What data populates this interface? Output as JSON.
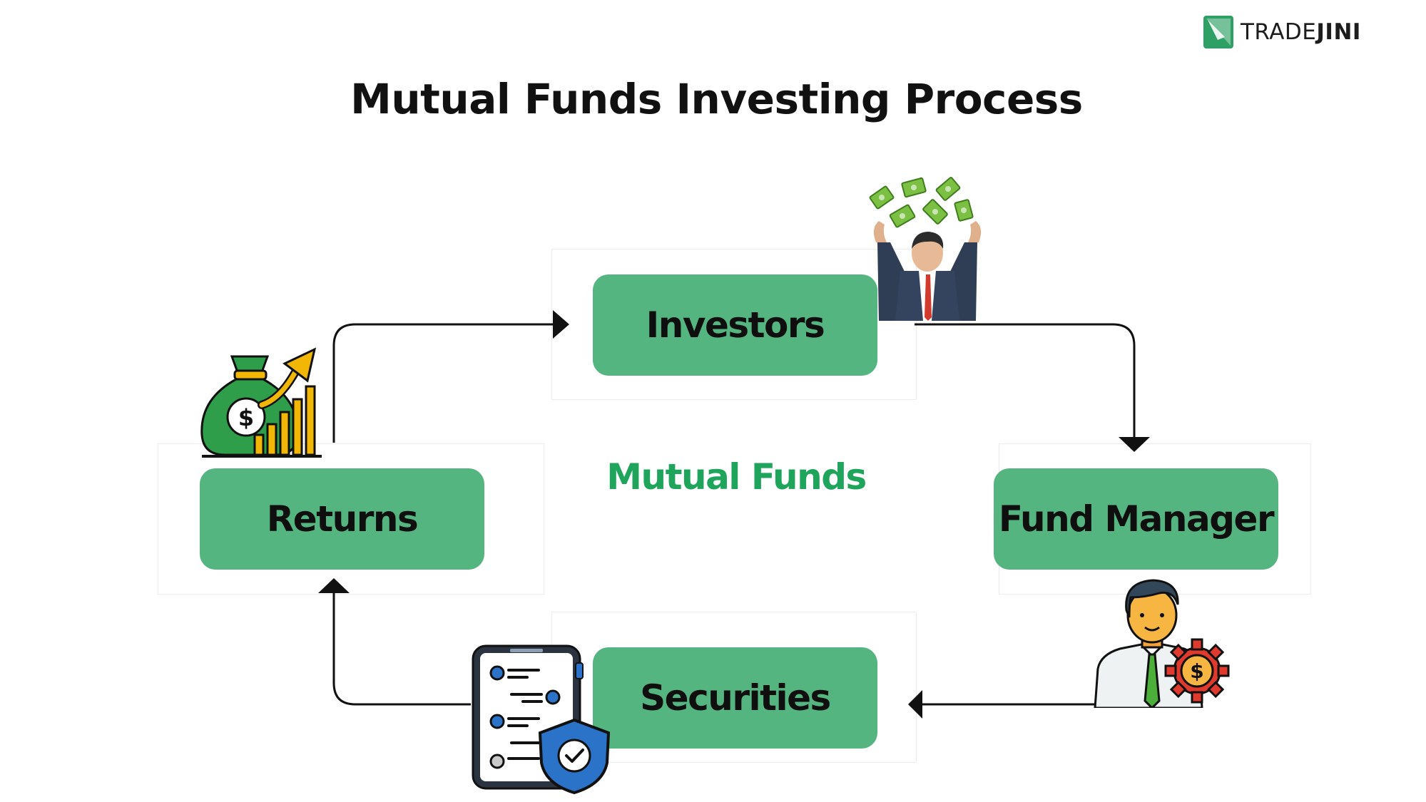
{
  "title": "Mutual Funds Investing Process",
  "logo": {
    "text_light": "TRADE",
    "text_bold": "JINI",
    "icon": "tradejini-logo-icon"
  },
  "center_label": "Mutual Funds",
  "nodes": {
    "investors": "Investors",
    "fund_manager": "Fund Manager",
    "securities": "Securities",
    "returns": "Returns"
  },
  "icons": {
    "investors": "businessman-throwing-money-icon",
    "fund_manager": "fund-manager-with-gear-icon",
    "securities": "secured-document-tablet-icon",
    "returns": "money-bag-growth-chart-icon"
  },
  "flow": [
    "Investors → Fund Manager",
    "Fund Manager → Securities",
    "Securities → Returns",
    "Returns → Investors"
  ],
  "colors": {
    "node_fill": "#55b580",
    "center_text": "#1ea55b",
    "brand": "#2fa065"
  }
}
